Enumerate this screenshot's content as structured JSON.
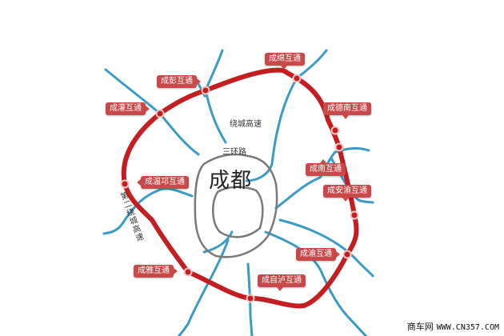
{
  "map": {
    "city": "成都",
    "ring_road_label": "三环路",
    "ring_expressway_label": "绕城高速",
    "second_ring_expressway_label": "第二绕城高速",
    "colors": {
      "outer_ring": "#c41e22",
      "roads": "#3a9cc4",
      "inner_rings": "#7a7a7a",
      "badge": "#c9484a",
      "node": "#c41e22"
    },
    "interchanges": [
      {
        "name": "成绵互通"
      },
      {
        "name": "成彭互通"
      },
      {
        "name": "成灌互通"
      },
      {
        "name": "成德南互通"
      },
      {
        "name": "成南互通"
      },
      {
        "name": "成温邛互通"
      },
      {
        "name": "成安渝互通"
      },
      {
        "name": "成渝互通"
      },
      {
        "name": "成雅互通"
      },
      {
        "name": "成自泸互通"
      }
    ]
  },
  "watermark": {
    "site_name": "商车网",
    "url": "WWW.CN357.COM"
  }
}
